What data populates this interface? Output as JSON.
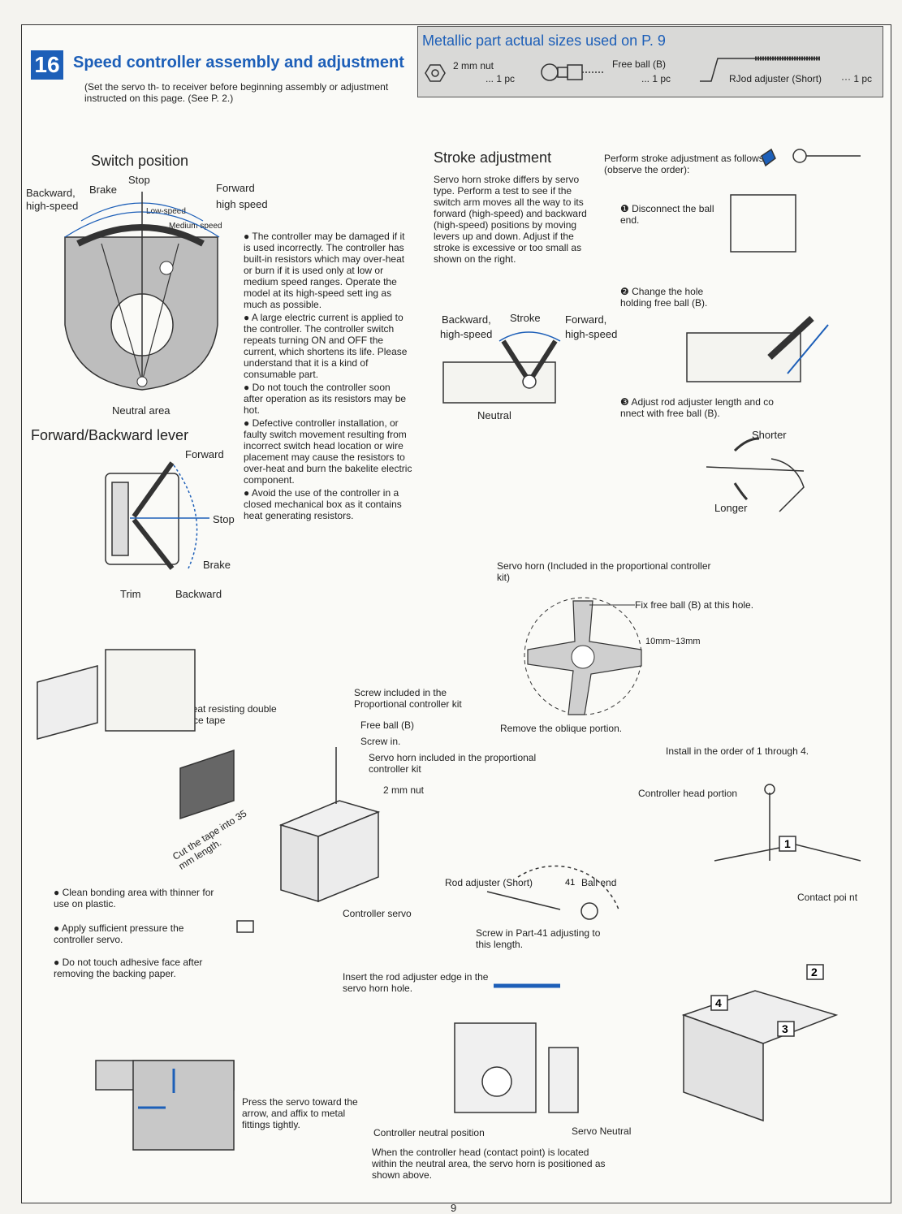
{
  "section": {
    "number": "16",
    "title": "Speed controller assembly and adjustment",
    "note": "(Set the servo th-   to receiver before beginning assembly or adjustment instructed on this page. (See P. 2.)"
  },
  "parts": {
    "title": "Metallic part actual sizes used on P. 9",
    "items": [
      {
        "name": "2 mm nut",
        "qty": "... 1 pc"
      },
      {
        "name": "Free ball (B)",
        "qty": "... 1 pc"
      },
      {
        "name": "RJod adjuster  (Short)",
        "qty": "··· 1 pc"
      }
    ]
  },
  "switch_position": {
    "heading": "Switch position",
    "labels": {
      "backward": "Backward,",
      "backward2": "high-speed",
      "brake": "Brake",
      "stop": "Stop",
      "forward": "Forward",
      "forward2": "high speed",
      "low": "Low-speed",
      "medium": "Medium speed",
      "neutral": "Neutral area"
    }
  },
  "warnings": [
    "The controller may be damaged if it is used incorrectly. The controller has built-in resistors which may over-heat or burn if it is used only at low or medium speed ranges. Operate the model at its high-speed sett ing as much as possible.",
    "A large electric current is applied to the controller. The controller switch repeats turning ON and OFF the current, which shortens its life. Please understand that it is a kind of consumable part.",
    "Do not touch the controller soon after operation as its resistors may be hot.",
    "Defective controller installation, or faulty switch movement resulting from incorrect switch head location or wire placement may cause the resistors to over-heat and burn the bakelite electric component.",
    "Avoid the use of the controller in a closed mechanical box as it contains heat generating resistors."
  ],
  "lever": {
    "heading": "Forward/Backward  lever",
    "forward": "Forward",
    "stop": "Stop",
    "brake": "Brake",
    "backward": "Backward",
    "trim": "Trim"
  },
  "stroke": {
    "heading": "Stroke adjustment",
    "text": "Servo horn stroke differs by servo type.  Perform a test to see if the switch arm moves all the way to its forward (high-speed) and backward (high-speed) positions by moving levers up and down.  Adjust if the stroke is excessive or too small as shown on the right.",
    "backward": "Backward,",
    "backward2": "high-speed",
    "stroke": "Stroke",
    "forward": "Forward,",
    "forward2": "high-speed",
    "neutral": "Neutral"
  },
  "steps": {
    "intro": "Perform stroke adjustment as follows  (observe the order):",
    "s1": "Disconnect the ball end.",
    "s2": "Change the hole holding free ball (B).",
    "s3": "Adjust rod adjuster length and co nnect with free ball (B).",
    "shorter": "Shorter",
    "longer": "Longer"
  },
  "horn": {
    "title": "Servo horn (Included in the proportional controller kit)",
    "fix": "Fix free ball (B) at this hole.",
    "dim": "10mm~13mm",
    "remove": "Remove the oblique portion."
  },
  "assembly": {
    "tape": "Heat resisting double face tape",
    "cut": "Cut the tape into 35 mm length.",
    "screw": "Screw included in the Proportional controller kit",
    "freeball": "Free ball (B)",
    "screwin": "Screw in.",
    "horn": "Servo horn included in the proportional controller kit",
    "nut": "2 mm nut",
    "servo": "Controller servo"
  },
  "tips": [
    "Clean bonding area with thinner for use on plastic.",
    "Apply sufficient pressure the controller servo.",
    "Do not touch adhesive face after removing the backing paper."
  ],
  "press": "Press the servo toward the arrow, and affix to metal fittings tightly.",
  "rod": {
    "adjuster": "Rod adjuster (Short)",
    "ballend": "Ball end",
    "part_no": "41",
    "screwin": "Screw in Part-41 adjusting to this length.",
    "insert": "Insert the rod adjuster edge in the servo horn hole.",
    "ctrl_neutral": "Controller neutral position",
    "servo_neutral": "Servo Neutral",
    "footer": "When the controller head (contact point) is located within the neutral area, the servo horn is positioned as shown above."
  },
  "install": {
    "order": "Install in the order of 1 through 4.",
    "head": "Controller head portion",
    "contact": "Contact poi nt",
    "n1": "1",
    "n2": "2",
    "n3": "3",
    "n4": "4"
  },
  "page_number": "9"
}
